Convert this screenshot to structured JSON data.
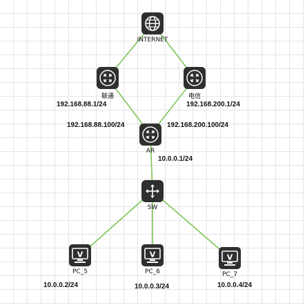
{
  "diagram": {
    "nodes": {
      "internet": {
        "label": "INTERNET",
        "icon": "globe-icon"
      },
      "unicom": {
        "label": "联通",
        "icon": "router-icon"
      },
      "telecom": {
        "label": "电信",
        "icon": "router-icon"
      },
      "ar": {
        "label": "AR",
        "icon": "router-icon"
      },
      "sw": {
        "label": "SW",
        "icon": "switch-icon"
      },
      "pc5": {
        "label": "PC_5",
        "icon": "pc-icon"
      },
      "pc6": {
        "label": "PC_6",
        "icon": "pc-icon"
      },
      "pc7": {
        "label": "PC_7",
        "icon": "pc-icon"
      }
    },
    "ips": {
      "unicom": "192.168.88.1/24",
      "telecom": "192.168.200.1/24",
      "ar_unicom": "192.168.88.100/24",
      "ar_telecom": "192.168.200.100/24",
      "ar_lan": "10.0.0.1/24",
      "pc5": "10.0.0.2/24",
      "pc6": "10.0.0.3/24",
      "pc7": "10.0.0.4/24"
    },
    "links": [
      [
        "internet",
        "unicom"
      ],
      [
        "internet",
        "telecom"
      ],
      [
        "unicom",
        "ar"
      ],
      [
        "telecom",
        "ar"
      ],
      [
        "ar",
        "sw"
      ],
      [
        "sw",
        "pc5"
      ],
      [
        "sw",
        "pc6"
      ],
      [
        "sw",
        "pc7"
      ]
    ],
    "colors": {
      "link": "#7dc455",
      "icon_body": "#2f2f2f",
      "background": "#ffffff",
      "grid": "#e4e4e4"
    }
  }
}
